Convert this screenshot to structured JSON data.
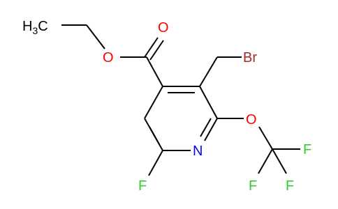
{
  "molecule": {
    "atoms": {
      "methyl": "H",
      "methyl_sub": "3",
      "methyl_c": "C",
      "carbonyl_o": "O",
      "ester_o": "O",
      "br": "Br",
      "n": "N",
      "ring_f": "F",
      "ether_o": "O",
      "f1": "F",
      "f2": "F",
      "f3": "F"
    },
    "colors": {
      "carbon_bonds": "#000000",
      "oxygen": "#ff0000",
      "nitrogen": "#0000ff",
      "fluorine": "#33cc33",
      "bromine": "#a52a2a"
    }
  }
}
